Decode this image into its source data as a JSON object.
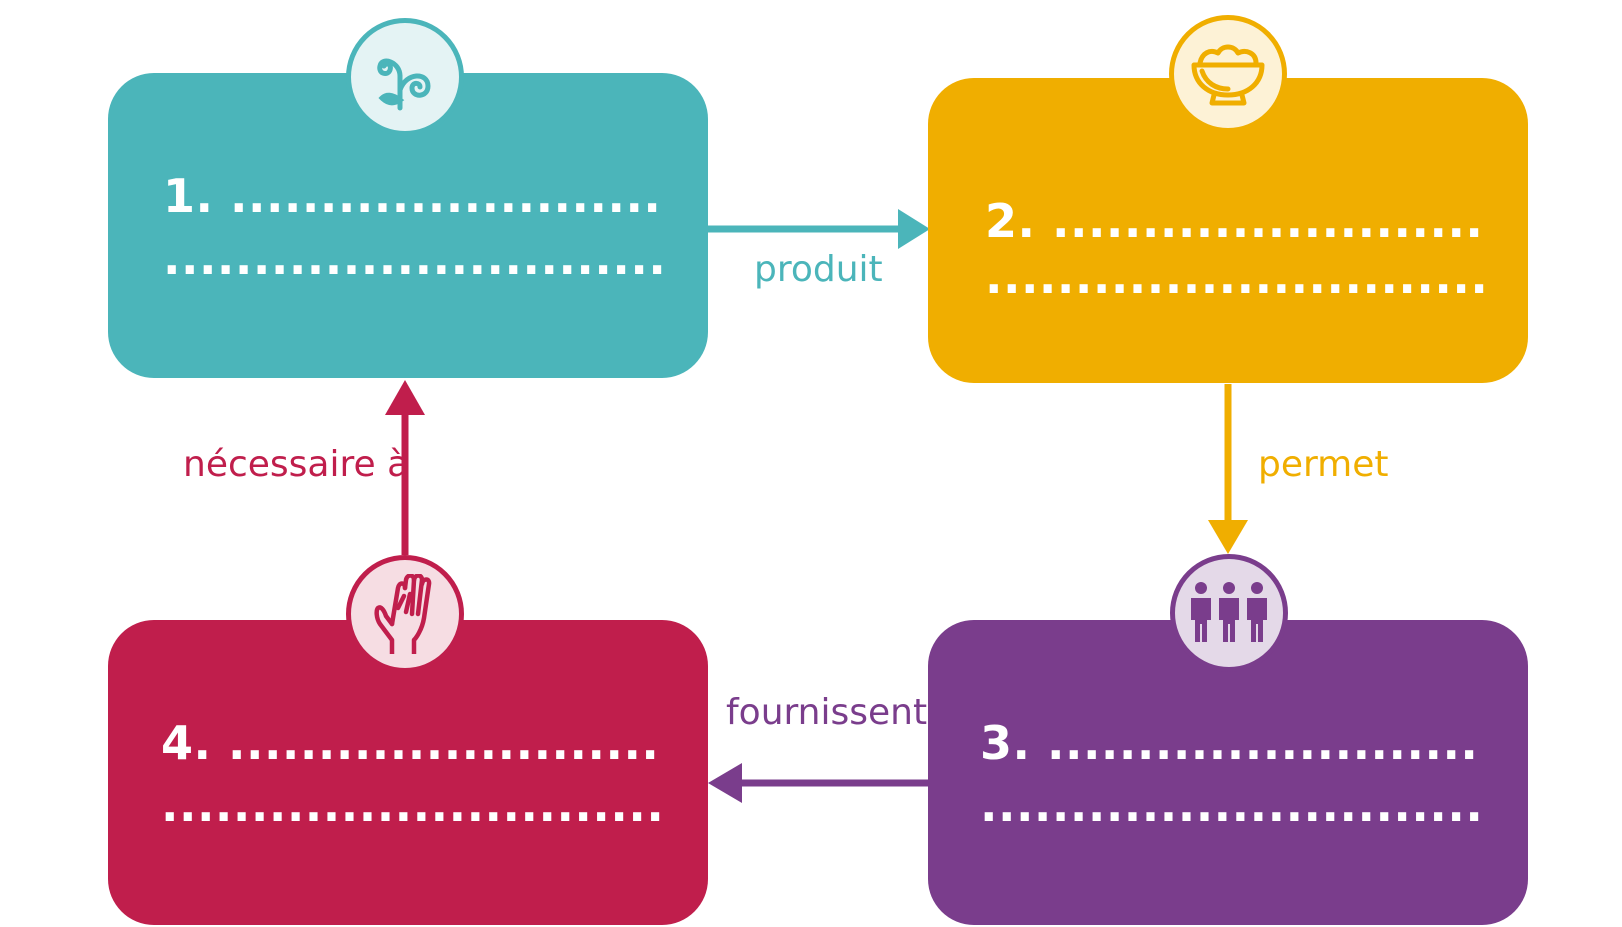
{
  "colors": {
    "teal": "#4bb5ba",
    "amber": "#f0ae00",
    "purple": "#7a3d8c",
    "crimson": "#c01e4c"
  },
  "boxes": [
    {
      "number": "1.",
      "line1": "........................",
      "line2": "............................",
      "icon": "plant-sprout-icon"
    },
    {
      "number": "2.",
      "line1": "........................",
      "line2": "............................",
      "icon": "food-bowl-icon"
    },
    {
      "number": "3.",
      "line1": "........................",
      "line2": "............................",
      "icon": "people-group-icon"
    },
    {
      "number": "4.",
      "line1": "........................",
      "line2": "............................",
      "icon": "raised-hand-icon"
    }
  ],
  "arrows": {
    "produit": "produit",
    "permet": "permet",
    "fournissent": "fournissent",
    "necessaire": "nécessaire à"
  }
}
